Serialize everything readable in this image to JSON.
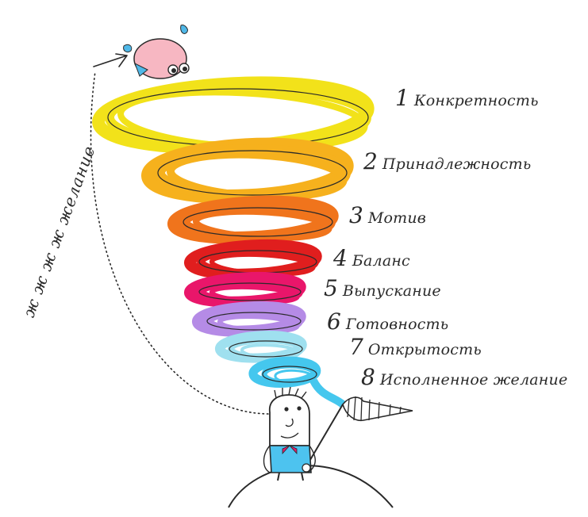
{
  "steps": [
    {
      "num": "1",
      "label": "Конкретность",
      "color": "#f2e21a"
    },
    {
      "num": "2",
      "label": "Принадлежность",
      "color": "#f6b11d"
    },
    {
      "num": "3",
      "label": "Мотив",
      "color": "#f0741c"
    },
    {
      "num": "4",
      "label": "Баланс",
      "color": "#e01e1e"
    },
    {
      "num": "5",
      "label": "Выпускание",
      "color": "#e9166a"
    },
    {
      "num": "6",
      "label": "Готовность",
      "color": "#b58be6"
    },
    {
      "num": "7",
      "label": "Открытость",
      "color": "#9fe0ef"
    },
    {
      "num": "8",
      "label": "Исполненное желание",
      "color": "#45c7ee"
    }
  ],
  "side_text": "ж ж ж ж желание",
  "colors": {
    "ink": "#2a2a2a",
    "fish_body": "#f7b7c2",
    "fish_fin": "#4fb8e8",
    "pants": "#4dc3ef",
    "bow": "#e01e6a"
  },
  "icons": [
    "pink-fish-icon",
    "man-with-net-icon",
    "hill-icon",
    "arrow-icon"
  ]
}
